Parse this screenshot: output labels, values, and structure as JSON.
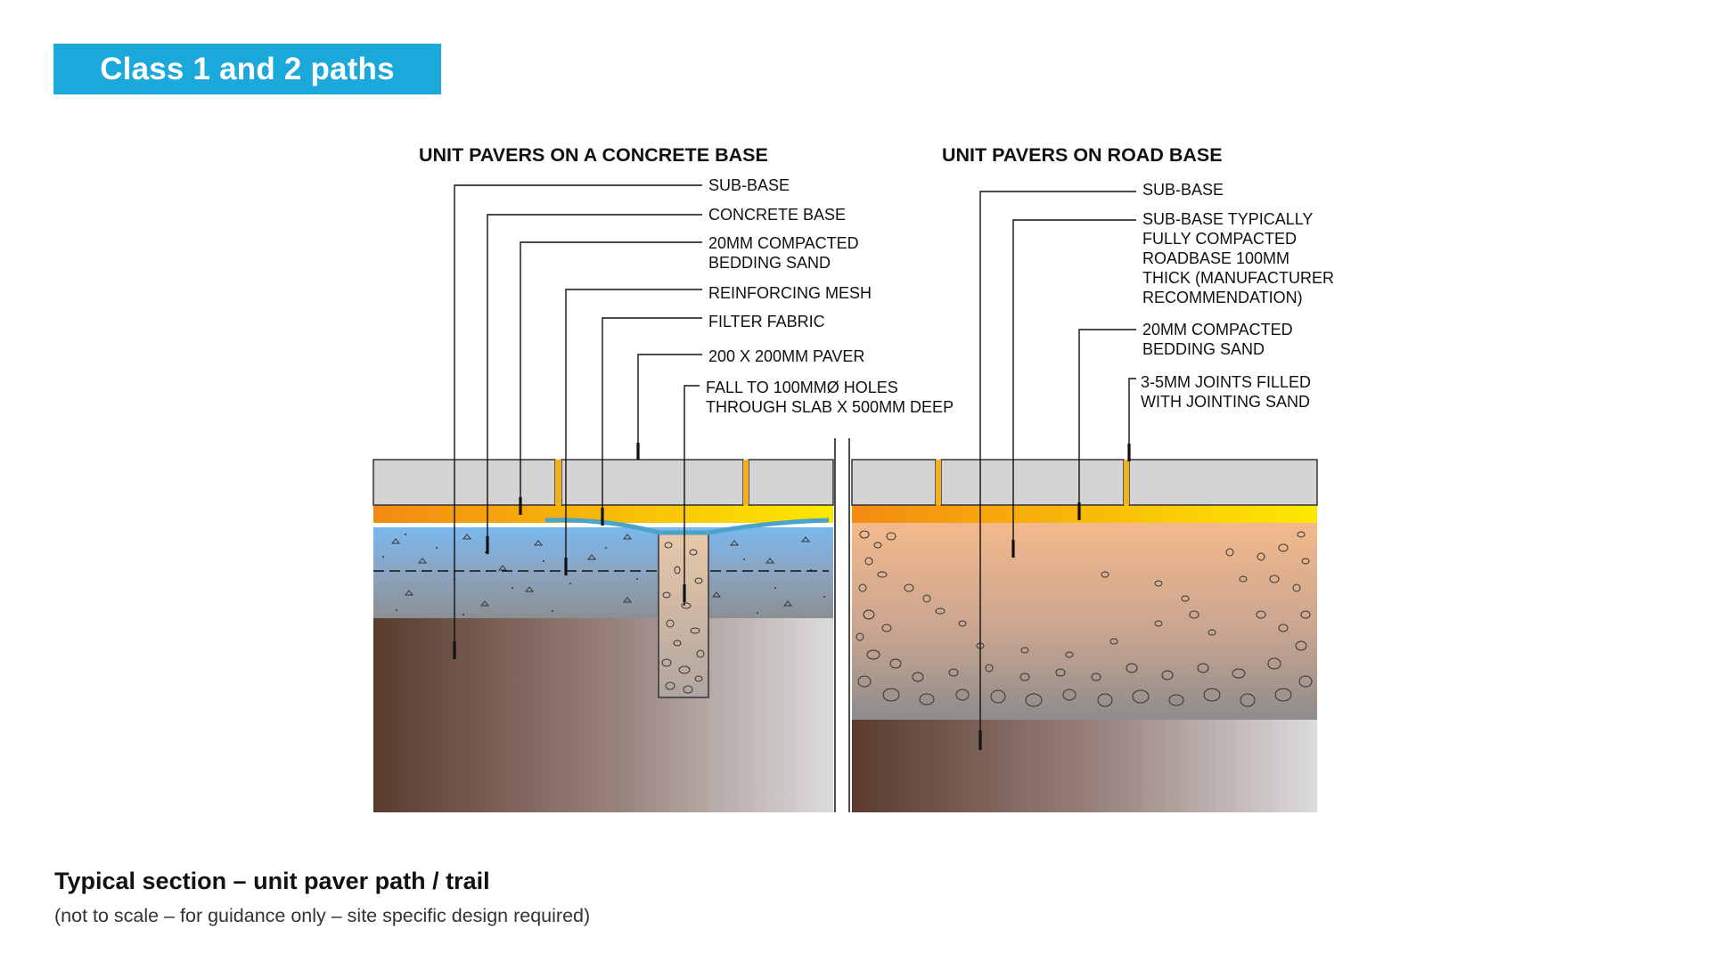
{
  "header": {
    "title": "Class 1 and 2 paths"
  },
  "left_section": {
    "heading": "UNIT PAVERS ON A CONCRETE BASE",
    "labels": {
      "sub_base": "SUB-BASE",
      "concrete_base": "CONCRETE BASE",
      "bedding_sand_1": "20MM COMPACTED",
      "bedding_sand_2": "BEDDING SAND",
      "reinforcing_mesh": "REINFORCING MESH",
      "filter_fabric": "FILTER FABRIC",
      "paver": "200 X 200MM PAVER",
      "fall_1": "FALL TO 100MMØ HOLES",
      "fall_2": "THROUGH SLAB X 500MM DEEP"
    }
  },
  "right_section": {
    "heading": "UNIT PAVERS ON ROAD BASE",
    "labels": {
      "sub_base": "SUB-BASE",
      "roadbase_1": "SUB-BASE TYPICALLY",
      "roadbase_2": "FULLY COMPACTED",
      "roadbase_3": "ROADBASE 100MM",
      "roadbase_4": "THICK (MANUFACTURER",
      "roadbase_5": "RECOMMENDATION)",
      "bedding_sand_1": "20MM COMPACTED",
      "bedding_sand_2": "BEDDING SAND",
      "joints_1": "3-5MM JOINTS FILLED",
      "joints_2": "WITH JOINTING SAND"
    }
  },
  "footer": {
    "caption": "Typical section – unit paver path / trail",
    "subcaption": "(not to scale – for guidance only – site specific design required)"
  },
  "colors": {
    "banner": "#1ba9dc",
    "paver": "#d4d4d4",
    "sand_orange": "#f39a12",
    "sand_yellow": "#fde700",
    "concrete_blue": "#7fb7e8",
    "soil_dark": "#5c3d30",
    "soil_light": "#d8d8d8",
    "filter_fabric": "#4aa3c8"
  }
}
